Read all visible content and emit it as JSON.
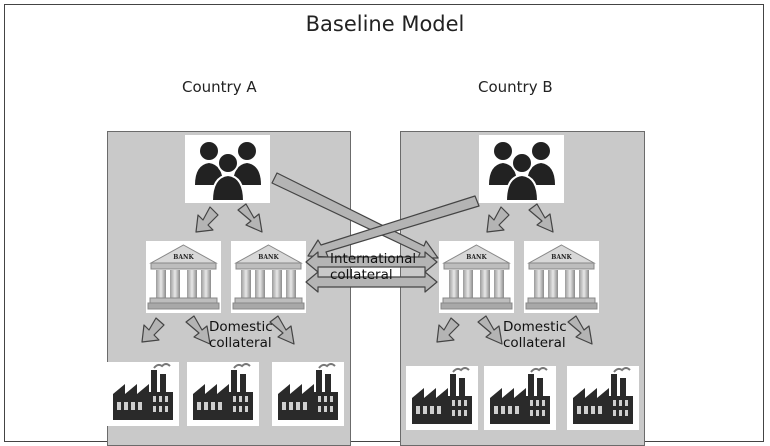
{
  "diagram": {
    "title": "Baseline Model",
    "countries": [
      {
        "name": "Country A",
        "domestic_label_1": "Domestic",
        "domestic_label_2": "collateral"
      },
      {
        "name": "Country B",
        "domestic_label_1": "Domestic",
        "domestic_label_2": "collateral"
      }
    ],
    "international_label_1": "International",
    "international_label_2": "collateral",
    "bank_sign": "BANK",
    "icons": {
      "households": "people-group-icon",
      "bank": "bank-building-icon",
      "firm": "factory-icon",
      "flow": "arrow-icon"
    },
    "colors": {
      "panel": "#c9c9c9",
      "arrow_fill": "#b4b4b4",
      "icon_dark": "#222222"
    }
  }
}
